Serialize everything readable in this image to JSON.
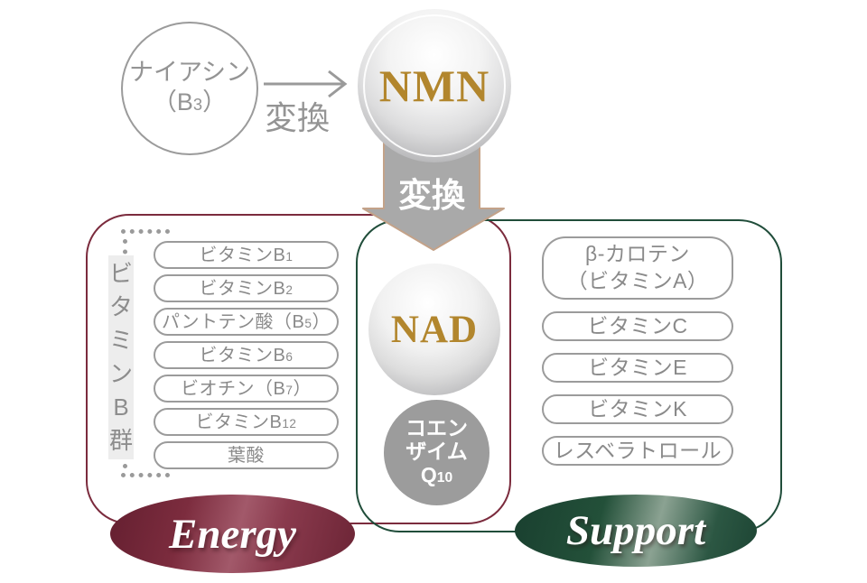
{
  "palette": {
    "maroon_border": "#7b2b3d",
    "green_border": "#204d3a",
    "gold_text": "#b2862d",
    "pill_border": "#9b9b9b",
    "pill_text": "#8a8a8a",
    "arrow_fill": "#a9a9a9",
    "arrow_outline": "#c3a289",
    "q10_fill": "#9c9c9c",
    "energy_fill": "#7c2c3e",
    "support_fill": "#235039"
  },
  "top_flow": {
    "niacin_circle": {
      "lines": [
        [
          "ナイアシン"
        ],
        [
          "（B",
          {
            "s": "3"
          },
          "）"
        ]
      ]
    },
    "convert_right_label": "変換",
    "nmn_label": "NMN",
    "convert_down_label": "変換"
  },
  "center_column": {
    "nad_label": "NAD",
    "coq10_circle": {
      "lines": [
        [
          "コエン"
        ],
        [
          "ザイム"
        ],
        [
          "Q",
          {
            "s": "10"
          }
        ]
      ]
    }
  },
  "energy_group": {
    "vertical_label": "ビタミンB群",
    "pills": [
      {
        "lines": [
          [
            "ビタミンB",
            {
              "s": "1"
            }
          ]
        ]
      },
      {
        "lines": [
          [
            "ビタミンB",
            {
              "s": "2"
            }
          ]
        ]
      },
      {
        "lines": [
          [
            "パントテン酸（B",
            {
              "s": "5"
            },
            "）"
          ]
        ]
      },
      {
        "lines": [
          [
            "ビタミンB",
            {
              "s": "6"
            }
          ]
        ]
      },
      {
        "lines": [
          [
            "ビオチン（B",
            {
              "s": "7"
            },
            "）"
          ]
        ]
      },
      {
        "lines": [
          [
            "ビタミンB",
            {
              "s": "12"
            }
          ]
        ]
      },
      {
        "lines": [
          [
            "葉酸"
          ]
        ]
      }
    ],
    "badge_label": "Energy"
  },
  "support_group": {
    "pills": [
      {
        "lines": [
          [
            "β-カロテン"
          ],
          [
            "（ビタミンA）"
          ]
        ],
        "tall": true
      },
      {
        "lines": [
          [
            "ビタミンC"
          ]
        ]
      },
      {
        "lines": [
          [
            "ビタミンE"
          ]
        ]
      },
      {
        "lines": [
          [
            "ビタミンK"
          ]
        ]
      },
      {
        "lines": [
          [
            "レスベラトロール"
          ]
        ]
      }
    ],
    "badge_label": "Support"
  }
}
